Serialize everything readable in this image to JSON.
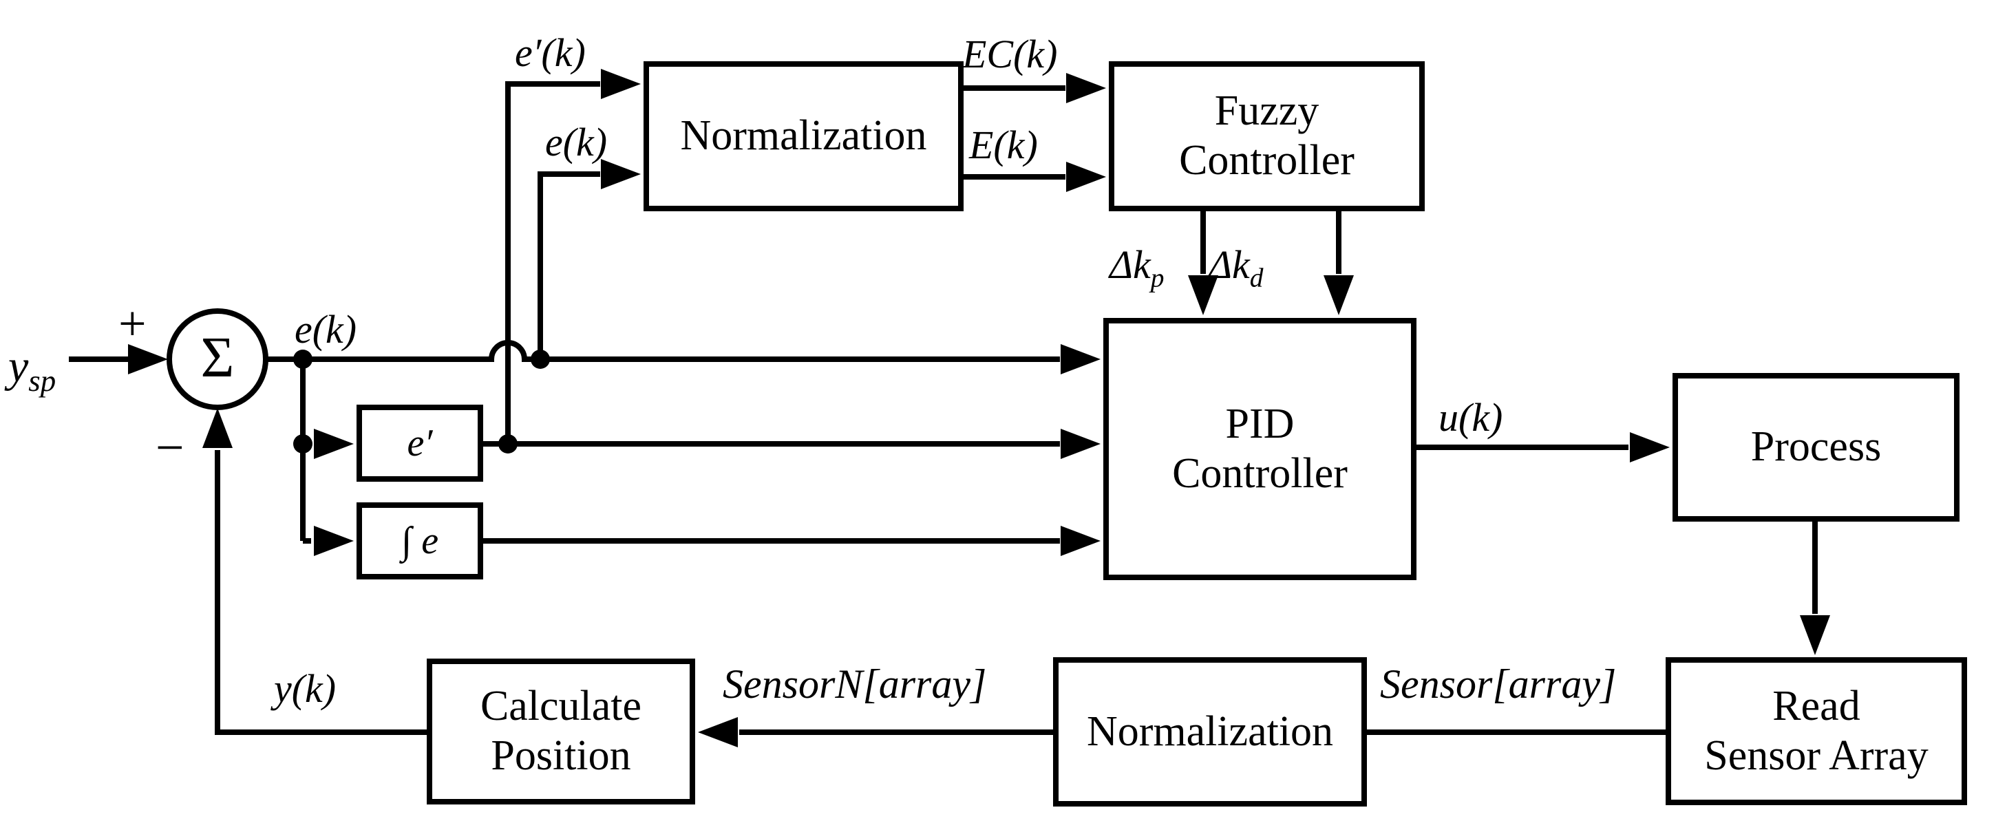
{
  "diagram": {
    "kind": "control-system block diagram",
    "colors": {
      "ink": "#000000",
      "paper": "#ffffff"
    },
    "blocks": {
      "normalization_top": {
        "label": "Normalization"
      },
      "fuzzy_controller": {
        "line1": "Fuzzy",
        "line2": "Controller"
      },
      "pid_controller": {
        "line1": "PID",
        "line2": "Controller"
      },
      "process": {
        "label": "Process"
      },
      "read_sensor_array": {
        "line1": "Read",
        "line2": "Sensor Array"
      },
      "normalization_bottom": {
        "label": "Normalization"
      },
      "calculate_position": {
        "line1": "Calculate",
        "line2": "Position"
      },
      "derivative_block": {
        "label": "e′"
      },
      "integral_block": {
        "label": "∫ e"
      }
    },
    "summing_junction": {
      "symbol": "Σ",
      "plus_sign": "+",
      "minus_sign": "−"
    },
    "signals": {
      "setpoint_main": "y",
      "setpoint_sub": "sp",
      "error": "e(k)",
      "error_derivative": "e′(k)",
      "error_to_normalization": "e(k)",
      "ec_normalized": "EC(k)",
      "e_normalized": "E(k)",
      "delta_kp_main": "Δk",
      "delta_kp_sub": "p",
      "delta_kd_main": "Δk",
      "delta_kd_sub": "d",
      "control_output": "u(k)",
      "measured_output": "y(k)",
      "sensor_normalized": "SensorN[array]",
      "sensor_raw": "Sensor[array]"
    }
  }
}
